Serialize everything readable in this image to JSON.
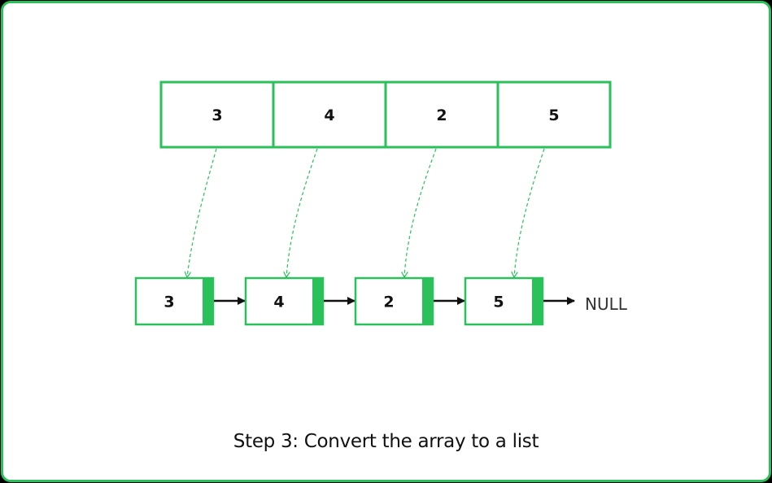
{
  "array_values": [
    "3",
    "4",
    "2",
    "5"
  ],
  "list_values": [
    "3",
    "4",
    "2",
    "5"
  ],
  "null_label": "NULL",
  "caption": "Step 3: Convert the array to a list",
  "colors": {
    "accent": "#2ac05a",
    "arrow": "#111111",
    "background": "#ffffff",
    "outer": "#000000"
  }
}
